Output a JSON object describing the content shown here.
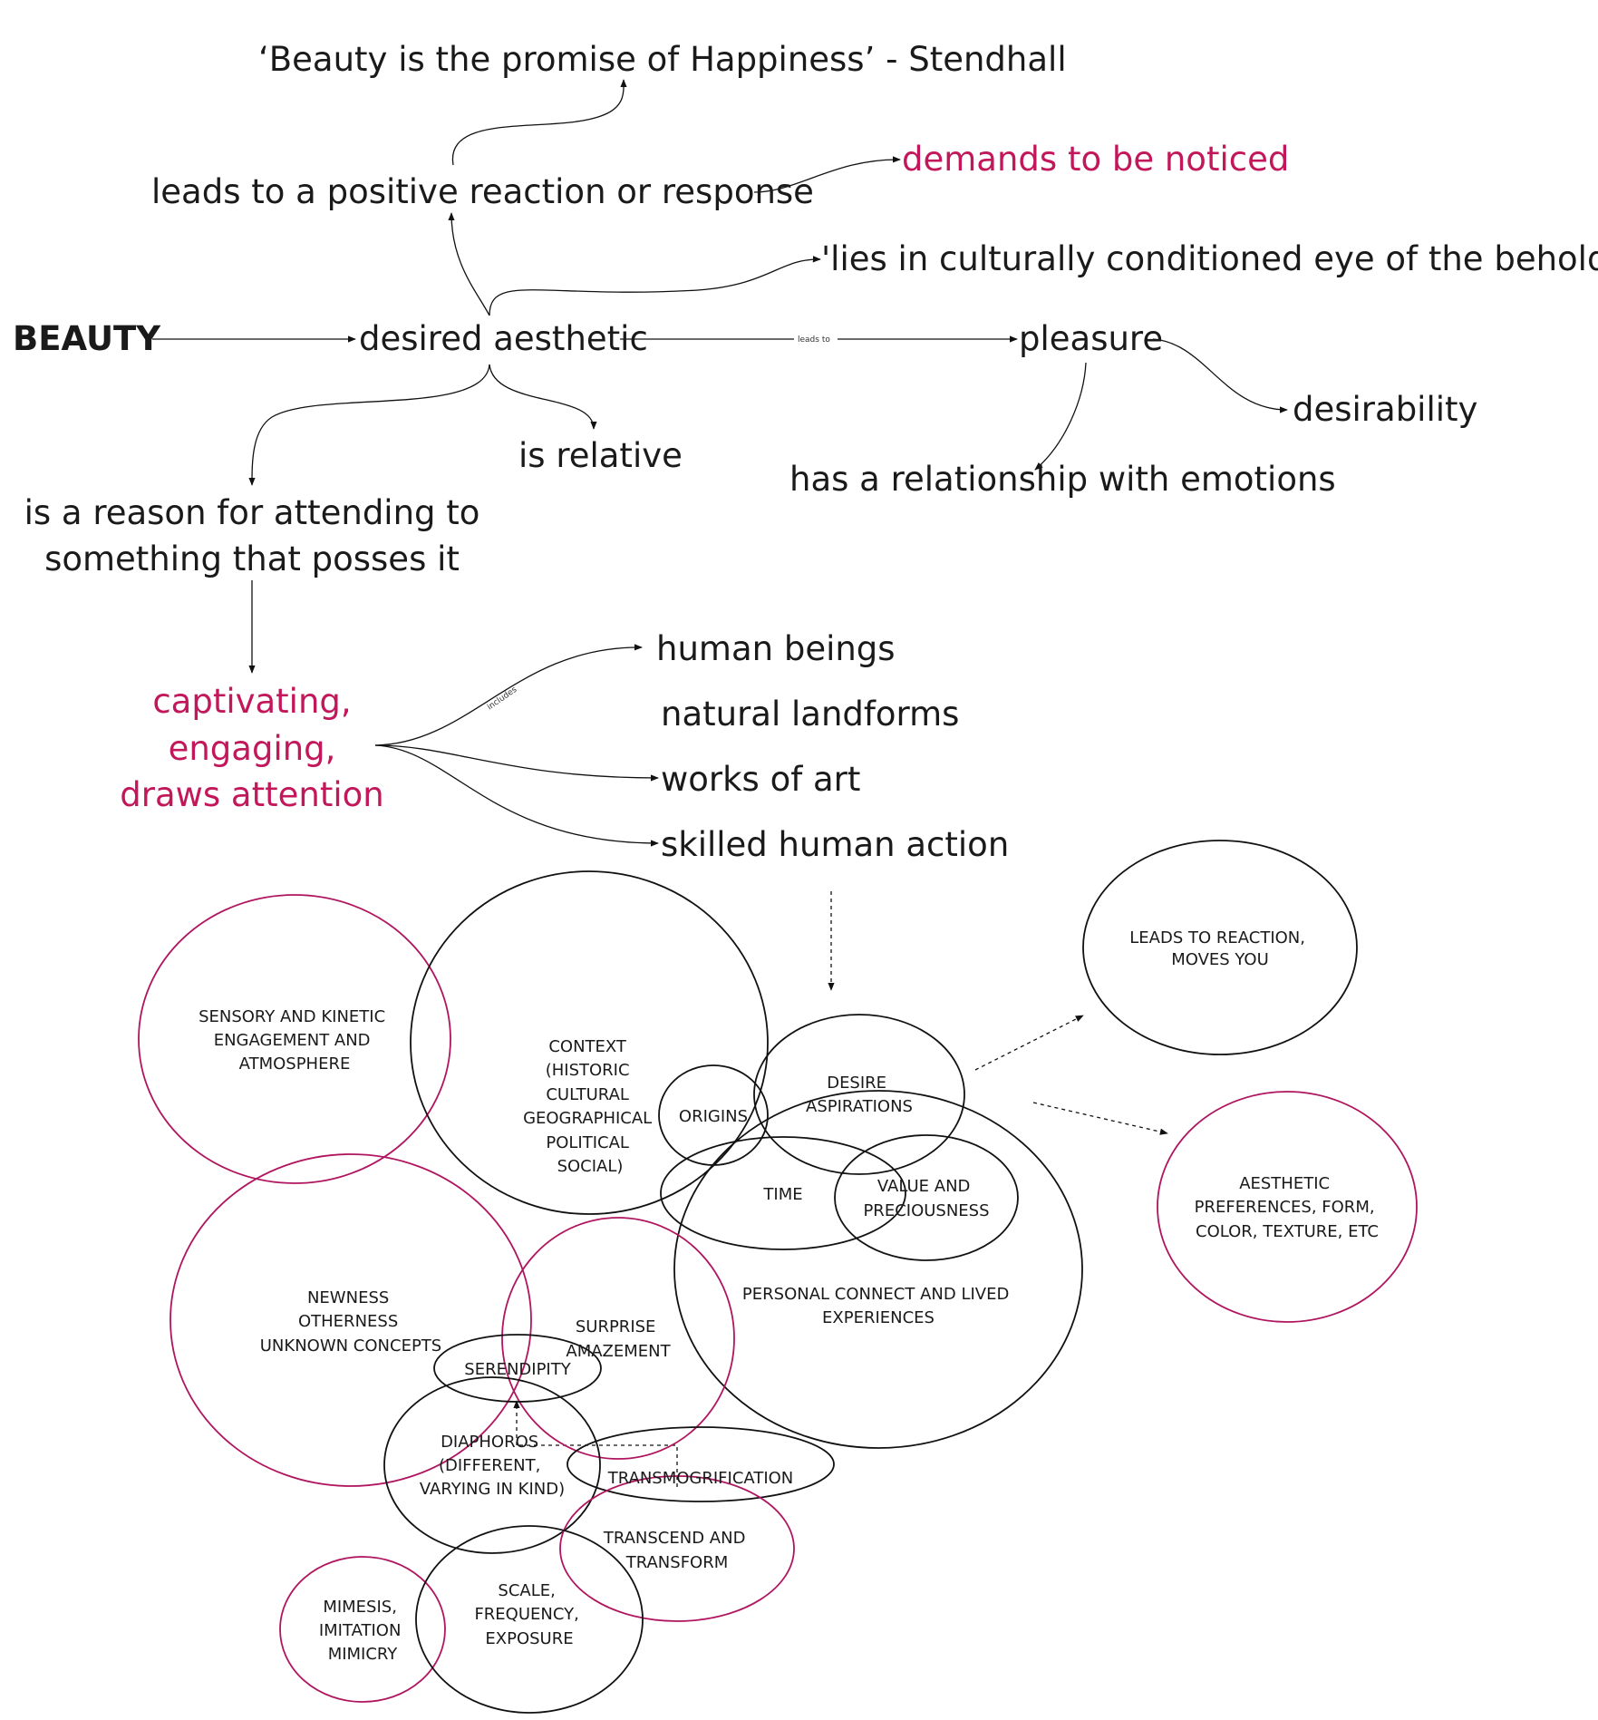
{
  "nodes": {
    "quote": "‘Beauty is the promise of Happiness’ - Stendhall",
    "positive_reaction": "leads to a positive reaction or response",
    "demands_noticed": "demands to be noticed",
    "eye_beholder": "'lies in culturally conditioned eye of the beholder'",
    "beauty": "BEAUTY",
    "desired_aesthetic": "desired aesthetic",
    "pleasure": "pleasure",
    "desirability": "desirability",
    "is_relative": "is relative",
    "emotions": "has a relationship with emotions",
    "reason_line1": "is a reason for attending to",
    "reason_line2": "something that posses it",
    "captivating_line1": "captivating,",
    "captivating_line2": "engaging,",
    "captivating_line3": "draws attention",
    "human_beings": "human beings",
    "landforms": "natural landforms",
    "works_of_art": "works of art",
    "skilled_action": "skilled human action"
  },
  "edge_labels": {
    "leads_to": "leads to",
    "includes": "includes"
  },
  "circles": {
    "sensory": [
      "SENSORY AND KINETIC",
      "ENGAGEMENT AND",
      "ATMOSPHERE"
    ],
    "context": [
      "CONTEXT",
      "(HISTORIC",
      "CULTURAL",
      "GEOGRAPHICAL",
      "POLITICAL",
      "SOCIAL)"
    ],
    "origins": [
      "ORIGINS"
    ],
    "desire": [
      "DESIRE",
      "ASPIRATIONS"
    ],
    "time": [
      "TIME"
    ],
    "value": [
      "VALUE AND",
      "PRECIOUSNESS"
    ],
    "personal": [
      "PERSONAL CONNECT AND LIVED",
      "EXPERIENCES"
    ],
    "reaction": [
      "LEADS TO REACTION,",
      "MOVES YOU"
    ],
    "aesthetic": [
      "AESTHETIC",
      "PREFERENCES, FORM,",
      "COLOR, TEXTURE, ETC"
    ],
    "newness": [
      "NEWNESS",
      "OTHERNESS",
      "UNKNOWN CONCEPTS"
    ],
    "surprise": [
      "SURPRISE",
      "AMAZEMENT"
    ],
    "serendipity": [
      "SERENDIPITY"
    ],
    "diaphoros": [
      "DIAPHOROS",
      "(DIFFERENT,",
      "VARYING IN KIND)"
    ],
    "transmogrification": [
      "TRANSMOGRIFICATION"
    ],
    "transcend": [
      "TRANSCEND AND",
      "TRANSFORM"
    ],
    "mimesis": [
      "MIMESIS,",
      "IMITATION",
      "MIMICRY"
    ],
    "scale": [
      "SCALE,",
      "FREQUENCY,",
      "EXPOSURE"
    ]
  },
  "colors": {
    "text": "#1a1a1a",
    "accent_pink": "#c2185b",
    "circle_pink": "#b0155f"
  }
}
